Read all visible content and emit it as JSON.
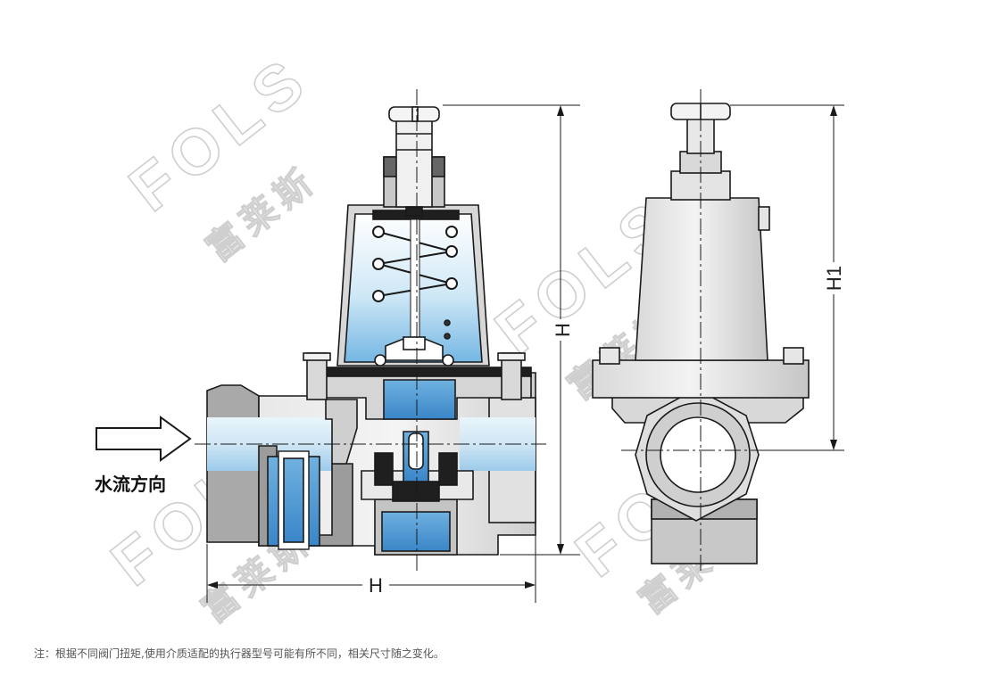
{
  "flow_direction_label": "水流方向",
  "dimensions": {
    "total_height": "H",
    "width": "H",
    "side_height": "H1"
  },
  "watermark": {
    "brand_latin": "FOLS",
    "brand_cjk": "富莱斯"
  },
  "footnote": "注：根据不同阀门扭矩,使用介质适配的执行器型号可能有所不同，相关尺寸随之变化。",
  "colors": {
    "water": "#bde0f2",
    "water_deep": "#3f8ecf",
    "metal_light": "#ededed",
    "metal_mid": "#c8c8c8",
    "metal_dark": "#555555",
    "outline": "#1a1a1a"
  }
}
